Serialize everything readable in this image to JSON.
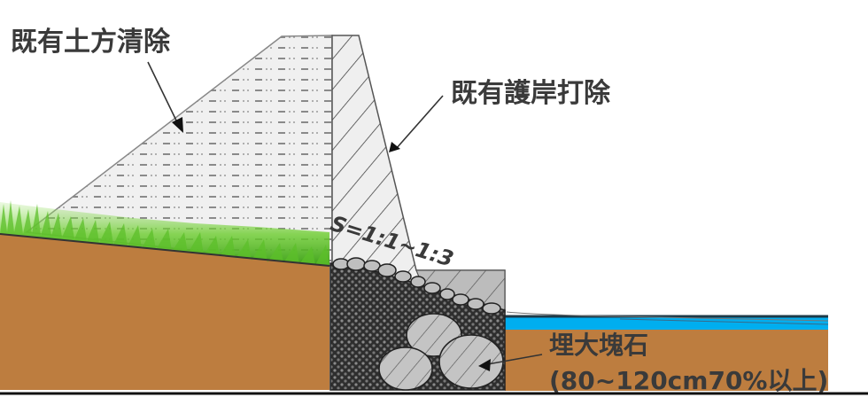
{
  "diagram": {
    "type": "cross-section",
    "labels": {
      "existing_soil_removal": "既有土方清除",
      "existing_revetment_removal": "既有護岸打除",
      "slope_ratio": "S=1:1~1:3",
      "boulder_line1": "埋大塊石",
      "boulder_line2": "(80~120cm70%以上)"
    },
    "colors": {
      "soil": "#bd7d3f",
      "water": "#00aeef",
      "grass": "#5cbf2a",
      "fill_hatch": "#ededed",
      "revetment": "#eeeeee",
      "toe_block": "#bdbdbd",
      "boulder": "#c2c2c2",
      "gabion": "#3c3c3c",
      "text": "#3a3a3a"
    }
  }
}
